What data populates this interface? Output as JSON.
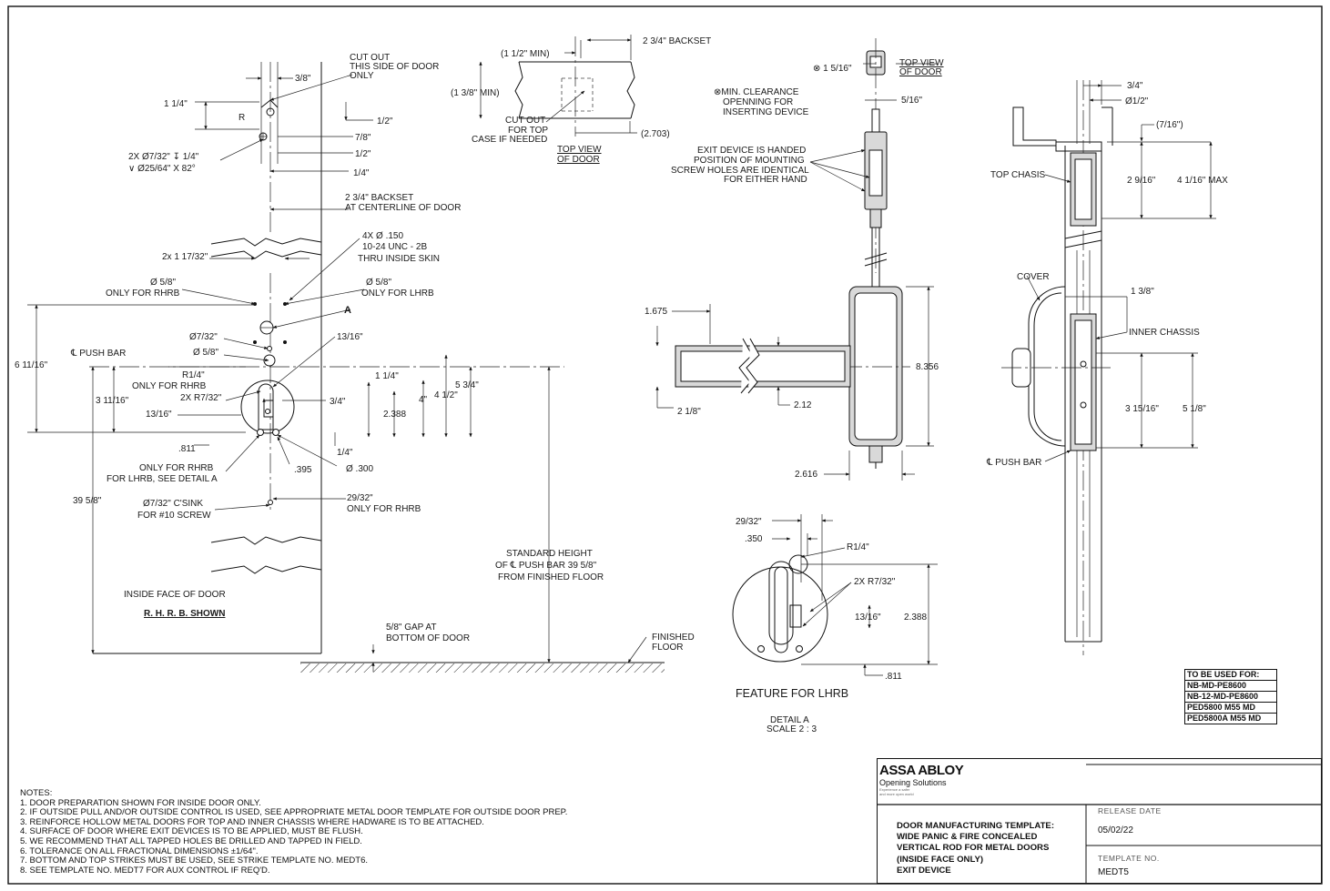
{
  "labels": {
    "cut_out_this_side": [
      "CUT OUT",
      "THIS SIDE OF DOOR",
      "ONLY"
    ],
    "d_3_8": "3/8\"",
    "d_1_1_4_a": "1 1/4\"",
    "r": "R",
    "d_1_2_a": "1/2\"",
    "d_7_8": "7/8\"",
    "d_1_2_b": "1/2\"",
    "d_1_4_a": "1/4\"",
    "hole_2x": [
      "2X Ø7/32\" ↧ 1/4\"",
      "∨ Ø25/64\" X 82°"
    ],
    "backset_centerline": [
      "2 3/4\" BACKSET",
      "AT CENTERLINE OF DOOR"
    ],
    "holes_4x": [
      "4X Ø .150",
      "10-24 UNC - 2B",
      "THRU INSIDE SKIN"
    ],
    "d_2x_17_32": "2x 1 17/32\"",
    "d58_rhrb": [
      "Ø 5/8\"",
      "ONLY FOR RHRB"
    ],
    "d58_lhrb": [
      "Ø 5/8\"",
      "ONLY FOR LHRB"
    ],
    "detail_a_mark": "A",
    "d_6_11_16": "6 11/16\"",
    "cl_push_bar": "℄ PUSH BAR",
    "d_7_32": "Ø7/32\"",
    "d_5_8": "Ø 5/8\"",
    "d_13_16_a": "13/16\"",
    "r14_rhrb": [
      "R1/4\"",
      "ONLY FOR RHRB"
    ],
    "d_2x_r7_32": "2X R7/32\"",
    "d_3_11_16": "3 11/16\"",
    "d_13_16_b": "13/16\"",
    "d_1_1_4_b": "1 1/4\"",
    "d_3_4_a": "3/4\"",
    "d_2_388_a": "2.388",
    "d_4": "4\"",
    "d_4_1_2": "4 1/2\"",
    "d_5_3_4": "5 3/4\"",
    "d_811_a": ".811",
    "d_1_4_b": "1/4\"",
    "only_rhrb_detail": [
      "ONLY FOR RHRB",
      "FOR LHRB, SEE DETAIL A"
    ],
    "d_395": ".395",
    "d_300": "Ø .300",
    "csink": [
      "Ø7/32\" C'SINK",
      "FOR #10 SCREW"
    ],
    "d_29_32_rhrb": [
      "29/32\"",
      "ONLY FOR RHRB"
    ],
    "d_39_5_8": "39 5/8\"",
    "inside_face": "INSIDE FACE OF DOOR",
    "rhrb_shown": "R. H. R. B.  SHOWN",
    "standard_height": [
      "STANDARD HEIGHT",
      "OF ℄ PUSH BAR  39 5/8\"",
      "FROM FINISHED FLOOR"
    ],
    "gap": [
      "5/8\" GAP AT",
      "BOTTOM OF DOOR"
    ],
    "finished_floor": [
      "FINISHED",
      "FLOOR"
    ],
    "top_d_1_1_2_min": "(1 1/2\" MIN)",
    "top_backset": "2 3/4\" BACKSET",
    "top_1_3_8_min": "(1 3/8\" MIN)",
    "top_2_703": "(2.703)",
    "top_cut_out": [
      "CUT OUT",
      "FOR TOP",
      "CASE IF NEEDED"
    ],
    "top_view_door_a": [
      "TOP VIEW",
      "OF DOOR"
    ],
    "ed_1_5_16": "⊗ 1 5/16\"",
    "ed_top_view": [
      "TOP VIEW",
      "OF DOOR"
    ],
    "min_clearance": [
      "⊗MIN. CLEARANCE",
      "OPENNING FOR",
      "INSERTING DEVICE"
    ],
    "ed_5_16": "5/16\"",
    "handed_note": [
      "EXIT DEVICE IS HANDED",
      "POSITION OF MOUNTING",
      "SCREW HOLES ARE IDENTICAL",
      "FOR EITHER HAND"
    ],
    "ed_1_675": "1.675",
    "ed_8_356": "8.356",
    "ed_2_12": "2.12",
    "ed_2_1_8": "2 1/8\"",
    "ed_2_616": "2.616",
    "sv_3_4": "3/4\"",
    "sv_1_2": "Ø1/2\"",
    "sv_7_16": "(7/16\")",
    "sv_top_chasis": "TOP CHASIS",
    "sv_2_9_16": "2 9/16\"",
    "sv_4_1_16": "4 1/16\" MAX",
    "sv_cover": "COVER",
    "sv_1_3_8": "1 3/8\"",
    "sv_inner_chassis": "INNER CHASSIS",
    "sv_3_15_16": "3 15/16\"",
    "sv_5_1_8": "5 1/8\"",
    "sv_cl_push_bar": "℄ PUSH BAR",
    "da_29_32": "29/32\"",
    "da_350": ".350",
    "da_r14": "R1/4\"",
    "da_2x_r7_32": "2X R7/32\"",
    "da_13_16": "13/16\"",
    "da_2_388": "2.388",
    "da_811": ".811",
    "feature_lhrb": "FEATURE FOR LHRB",
    "detail_a": [
      "DETAIL A",
      "SCALE 2 : 3"
    ]
  },
  "used_for": [
    "TO BE USED FOR:",
    "NB-MD-PE8600",
    "NB-12-MD-PE8600",
    "PED5800 M55 MD",
    "PED5800A M55 MD"
  ],
  "notes": [
    "NOTES:",
    "1.    DOOR PREPARATION SHOWN FOR INSIDE DOOR ONLY.",
    "2.    IF OUTSIDE PULL AND/OR OUTSIDE CONTROL IS USED, SEE APPROPRIATE METAL DOOR TEMPLATE FOR OUTSIDE DOOR PREP.",
    "3.    REINFORCE  HOLLOW METAL DOORS FOR TOP AND INNER CHASSIS WHERE HADWARE IS TO BE ATTACHED.",
    "4.    SURFACE OF DOOR WHERE EXIT DEVICES IS TO BE APPLIED, MUST BE FLUSH.",
    "5.    WE RECOMMEND THAT ALL TAPPED HOLES BE DRILLED AND TAPPED IN FIELD.",
    "6.    TOLERANCE ON ALL FRACTIONAL DIMENSIONS ±1/64\".",
    "7.    BOTTOM AND TOP STRIKES  MUST BE USED, SEE STRIKE TEMPLATE NO. MEDT6.",
    "8.    SEE TEMPLATE NO. MEDT7 FOR AUX CONTROL IF REQ'D."
  ],
  "title_block": {
    "brand": "ASSA ABLOY",
    "brand_sub": "Opening Solutions",
    "tagline": [
      "Experience a safer",
      "and more open world"
    ],
    "title": [
      "DOOR MANUFACTURING TEMPLATE:",
      "WIDE PANIC & FIRE CONCEALED",
      "VERTICAL ROD FOR METAL DOORS",
      "(INSIDE FACE ONLY)",
      "EXIT DEVICE"
    ],
    "release_date_label": "RELEASE  DATE",
    "release_date": "05/02/22",
    "template_no_label": "TEMPLATE  NO.",
    "template_no": "MEDT5"
  }
}
